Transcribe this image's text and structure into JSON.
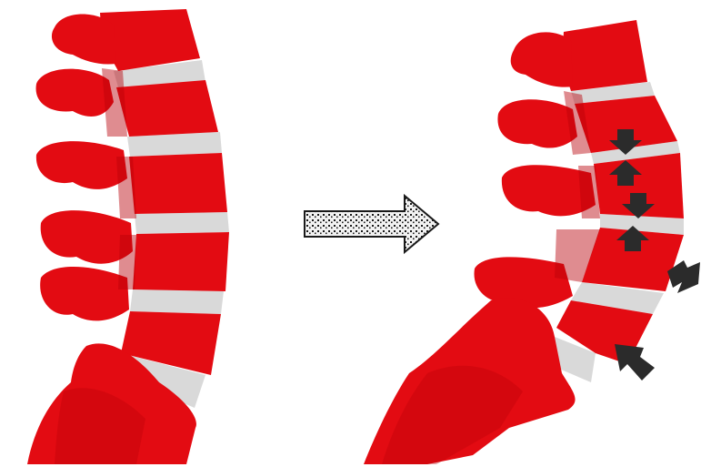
{
  "figure": {
    "colors": {
      "vertebra": "#e30b12",
      "vertebra_shade": "#b80008",
      "disc": "#d9d9d9",
      "arrow": "#2b2b2b",
      "transition_arrow_fill": "#f2f2f2",
      "transition_arrow_dots": "#1a1a1a",
      "background": "#ffffff"
    },
    "panels": [
      {
        "name": "normal-lumbar-spine",
        "vertebrae": 5,
        "discs": 5
      },
      {
        "name": "degenerated-lumbar-spine",
        "vertebrae": 5,
        "discs": 5,
        "force_arrows": 6
      }
    ],
    "icons": [
      "transition-arrow-icon",
      "force-arrow-icon"
    ]
  }
}
